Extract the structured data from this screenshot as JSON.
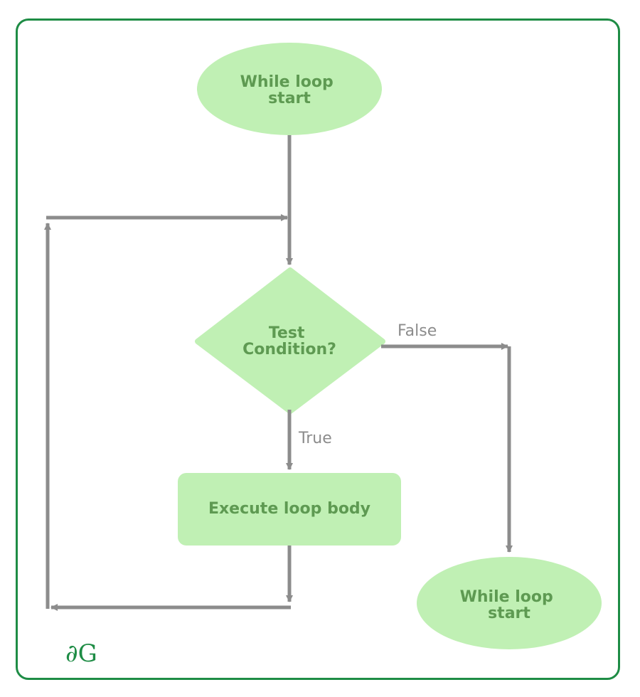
{
  "nodes": {
    "start": {
      "lines": [
        "While loop",
        "start"
      ]
    },
    "condition": {
      "lines": [
        "Test",
        "Condition?"
      ]
    },
    "body": {
      "lines": [
        "Execute loop body"
      ]
    },
    "end": {
      "lines": [
        "While loop",
        "start"
      ]
    }
  },
  "edges": {
    "false_label": "False",
    "true_label": "True"
  },
  "logo": {
    "name": "geeksforgeeks-logo",
    "text": "∂G"
  },
  "colors": {
    "frame": "#1e8c45",
    "node_fill": "#c0f0b4",
    "node_text": "#5e9a52",
    "arrow": "#8c8c8c",
    "label": "#8c8c8c"
  }
}
